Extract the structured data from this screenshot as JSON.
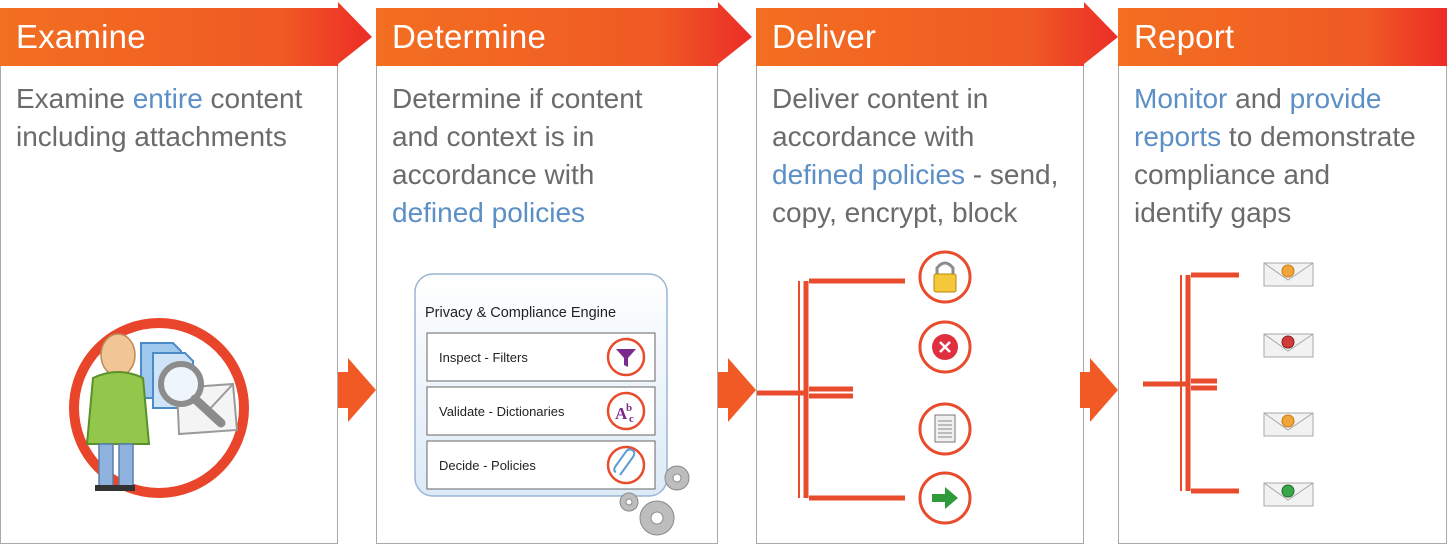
{
  "columns": [
    {
      "id": "examine",
      "header": "Examine",
      "description": [
        {
          "t": "Examine ",
          "h": false
        },
        {
          "t": "entire",
          "h": true
        },
        {
          "t": " content including attachments",
          "h": false
        }
      ]
    },
    {
      "id": "determine",
      "header": "Determine",
      "description": [
        {
          "t": "Determine if content and context is in accordance with ",
          "h": false
        },
        {
          "t": "defined policies",
          "h": true
        }
      ]
    },
    {
      "id": "deliver",
      "header": "Deliver",
      "description": [
        {
          "t": "Deliver content in accordance with ",
          "h": false
        },
        {
          "t": "defined policies",
          "h": true
        },
        {
          "t": " - send, copy, encrypt, block",
          "h": false
        }
      ]
    },
    {
      "id": "report",
      "header": "Report",
      "description": [
        {
          "t": "Monitor",
          "h": true
        },
        {
          "t": " and ",
          "h": false
        },
        {
          "t": "provide reports",
          "h": true
        },
        {
          "t": " to demonstrate compliance and identify gaps",
          "h": false
        }
      ]
    }
  ],
  "engine": {
    "title": "Privacy & Compliance Engine",
    "rows": [
      {
        "label": "Inspect - Filters",
        "icon": "funnel-icon"
      },
      {
        "label": "Validate - Dictionaries",
        "icon": "abc-spellcheck-icon"
      },
      {
        "label": "Decide - Policies",
        "icon": "paperclip-icon"
      }
    ]
  },
  "deliver_icons": [
    "padlock-icon",
    "block-x-icon",
    "document-copy-icon",
    "send-arrow-icon"
  ],
  "report_icons": [
    "envelope-warning-icon",
    "envelope-error-icon",
    "envelope-warning-icon",
    "envelope-ok-icon"
  ],
  "colors": {
    "header_start": "#f36f21",
    "header_end": "#ec2d27",
    "accent": "#f15a24",
    "highlight_text": "#5c8fc5",
    "body_text": "#6b6b6b"
  }
}
